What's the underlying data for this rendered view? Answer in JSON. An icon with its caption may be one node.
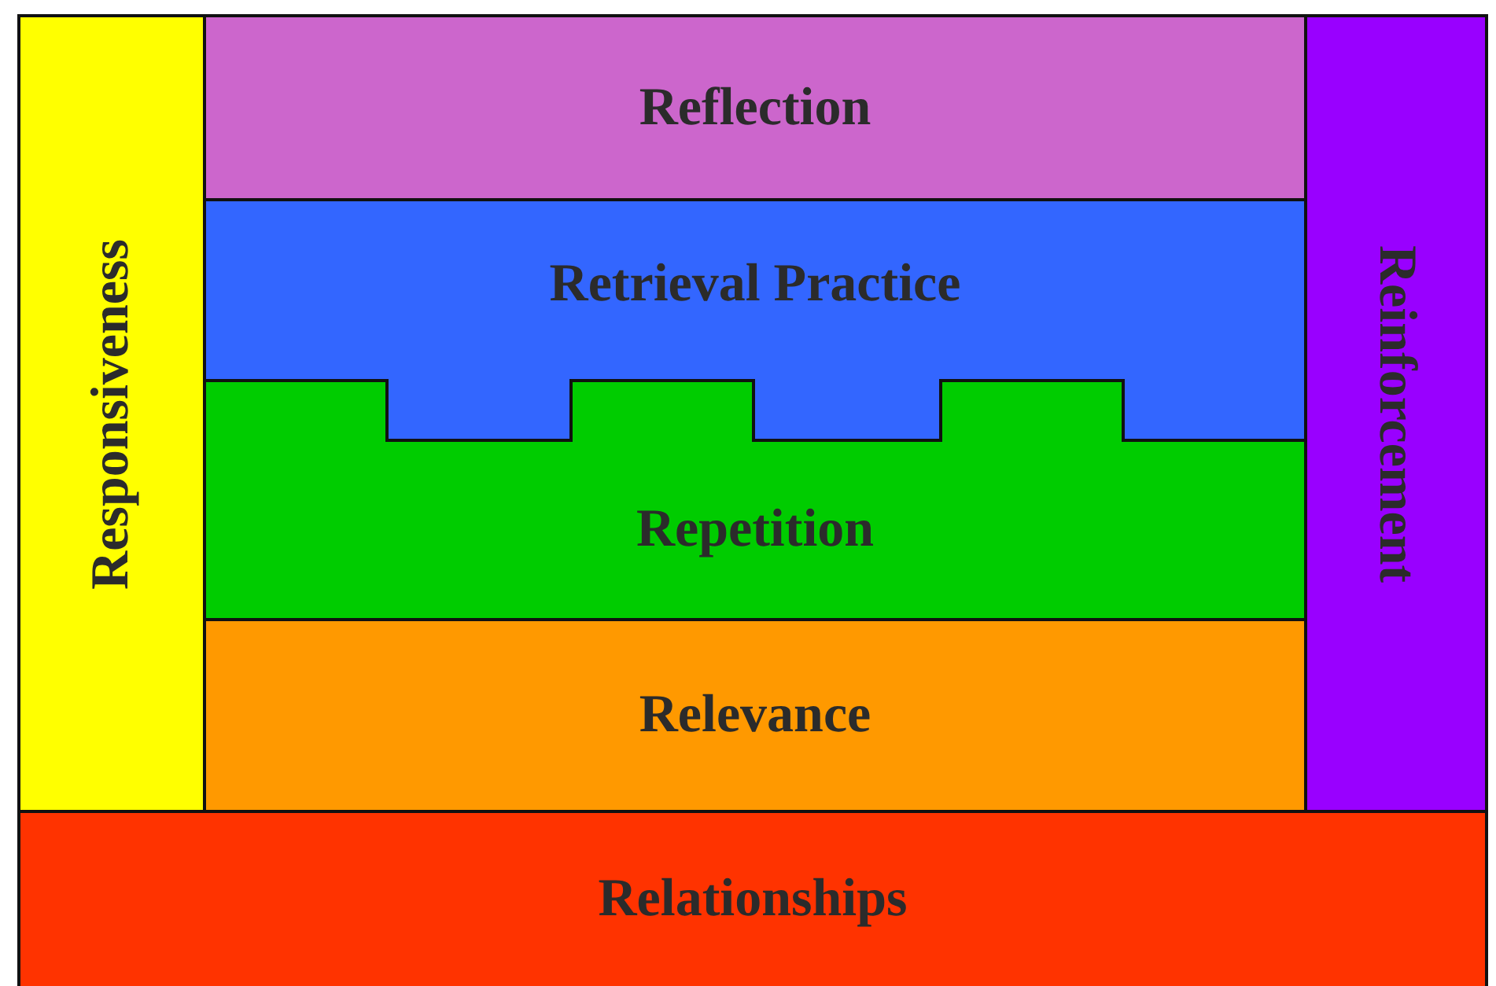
{
  "diagram": {
    "nodes": [
      {
        "text": [
          "Responsiveness"
        ]
      },
      {
        "text": [
          "Reflection"
        ]
      },
      {
        "text": [
          "Retrieval Practice"
        ]
      },
      {
        "text": [
          "Repetition"
        ]
      },
      {
        "text": [
          "Relevance"
        ]
      },
      {
        "text": [
          "Reinforcement"
        ]
      },
      {
        "text": [
          "Relationships"
        ]
      }
    ]
  }
}
